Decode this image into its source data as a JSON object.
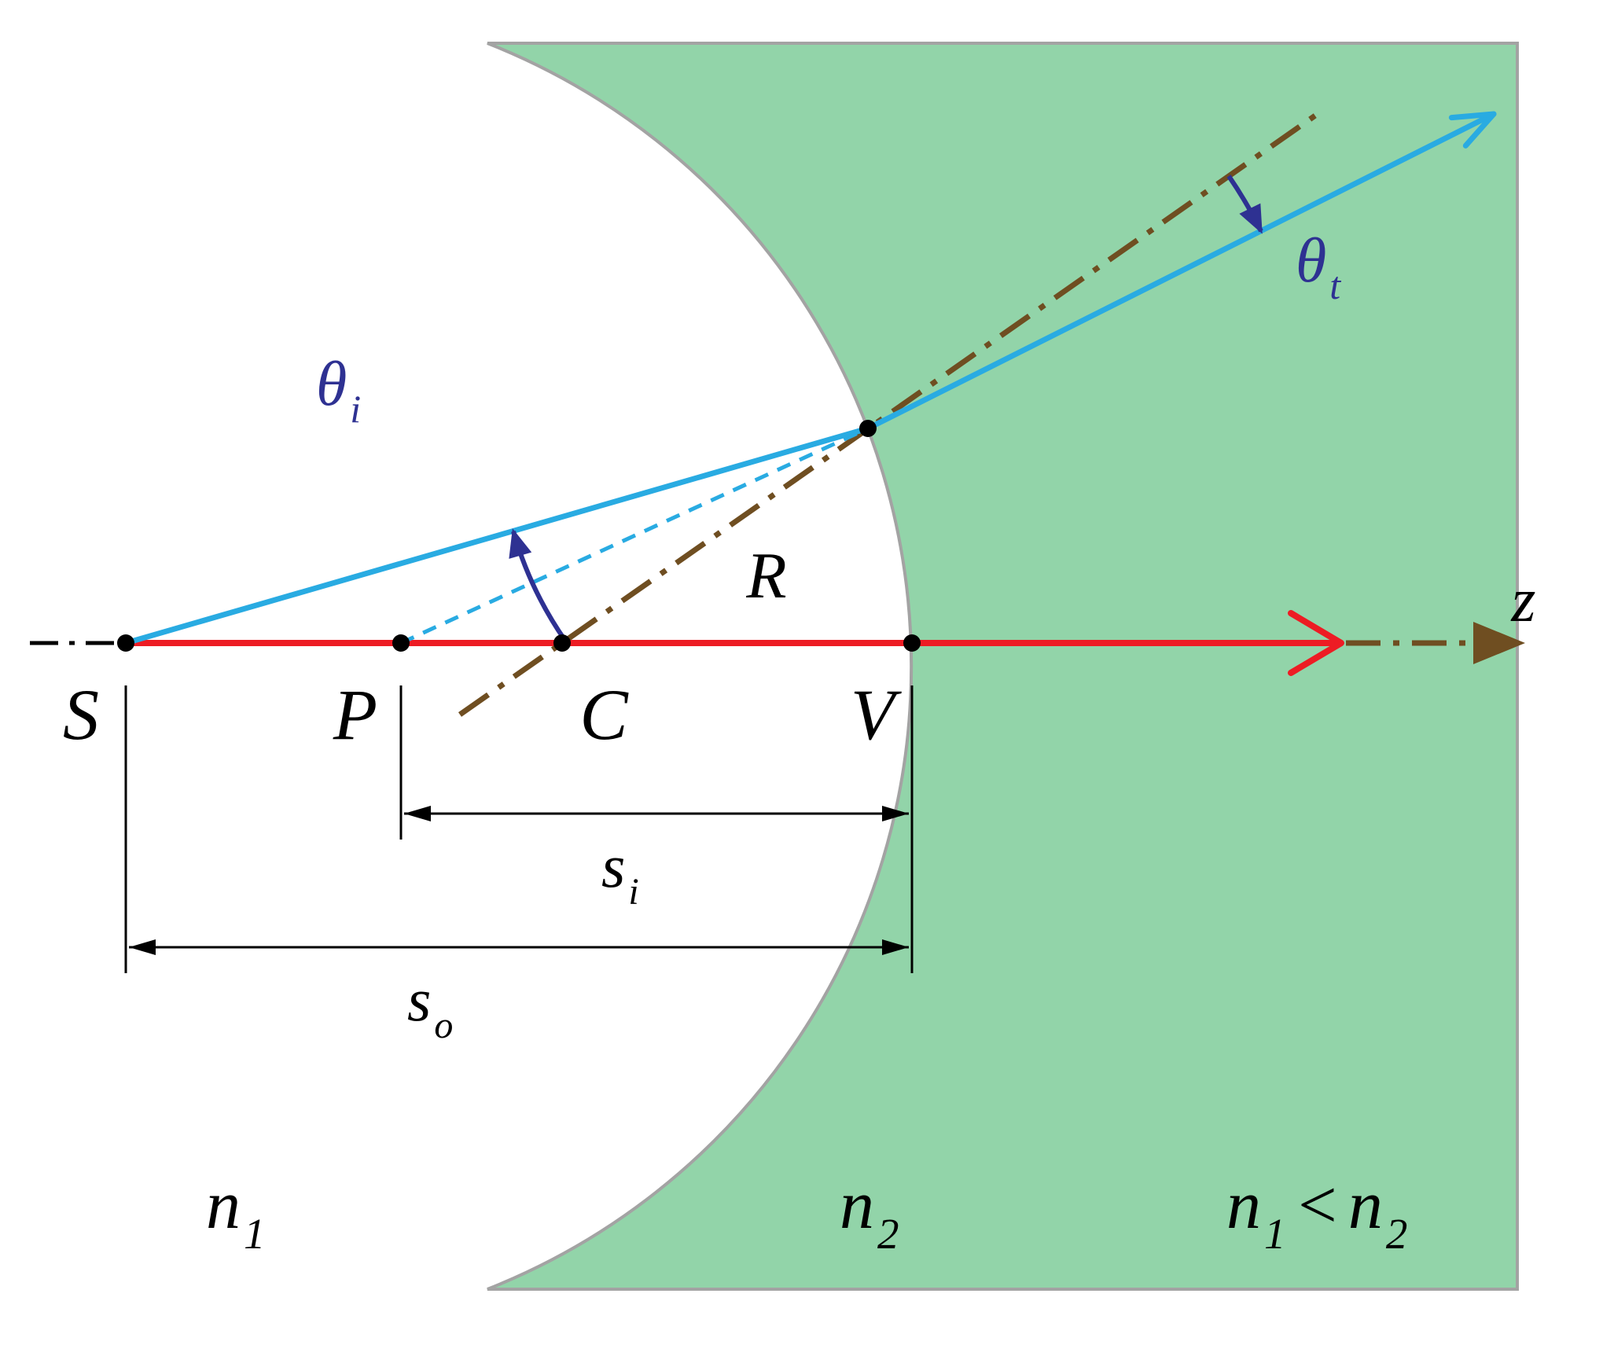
{
  "labels": {
    "S": "S",
    "P": "P",
    "C": "C",
    "V": "V",
    "R": "R",
    "z": "z",
    "theta_i": {
      "base": "θ",
      "sub": "i"
    },
    "theta_t": {
      "base": "θ",
      "sub": "t"
    },
    "s_i": {
      "base": "s",
      "sub": "i"
    },
    "s_o": {
      "base": "s",
      "sub": "o"
    },
    "n1": {
      "base": "n",
      "sub": "1"
    },
    "n2": {
      "base": "n",
      "sub": "2"
    },
    "relation": {
      "ln": "n",
      "lsub": "1",
      "op": "<",
      "rn": "n",
      "rsub": "2"
    }
  },
  "colors": {
    "medium": "#92d4a9",
    "border": "#a3a3a3",
    "ray": "#29abe2",
    "axis": "#ed1c24",
    "normal": "#6f4e21",
    "angle": "#2e3192"
  }
}
